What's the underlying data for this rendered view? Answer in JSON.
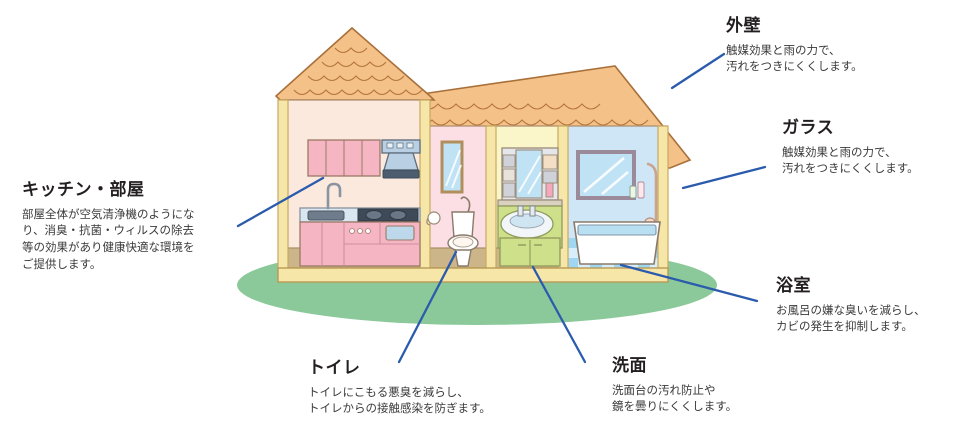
{
  "illustration": {
    "name": "cutaway-house-illustration",
    "colors": {
      "roof": "#f4c288",
      "roof_line": "#b5763c",
      "wall_outer": "#f6e6a8",
      "ground": "#8cc99a",
      "floor": "#cdb58a",
      "kitchen_room": "#fbe9dd",
      "toilet_room": "#fbdfe4",
      "washroom": "#fbf6c9",
      "bath_room": "#cfe6f7",
      "kitchen_cabinet": "#f6b5c2",
      "vanity_cabinet": "#cfe08a",
      "leader_line": "#2b5bad",
      "outline": "#8a6a4f"
    }
  },
  "callouts": [
    {
      "id": "gaiheki",
      "name": "callout-exterior-wall",
      "title": "外壁",
      "body": "触媒効果と雨の力で、\n汚れをつきにくくします。"
    },
    {
      "id": "glass",
      "name": "callout-glass",
      "title": "ガラス",
      "body": "触媒効果と雨の力で、\n汚れをつきにくくします。"
    },
    {
      "id": "yokushitsu",
      "name": "callout-bathroom",
      "title": "浴室",
      "body": "お風呂の嫌な臭いを減らし、\nカビの発生を抑制します。"
    },
    {
      "id": "kitchen",
      "name": "callout-kitchen-room",
      "title": "キッチン・部屋",
      "body": "部屋全体が空気清浄機のようにな\nり、消臭・抗菌・ウィルスの除去\n等の効果があり健康快適な環境を\nご提供します。"
    },
    {
      "id": "toilet",
      "name": "callout-toilet",
      "title": "トイレ",
      "body": "トイレにこもる悪臭を減らし、\nトイレからの接触感染を防ぎます。"
    },
    {
      "id": "senmen",
      "name": "callout-washbasin",
      "title": "洗面",
      "body": "洗面台の汚れ防止や\n鏡を曇りにくくします。"
    }
  ]
}
